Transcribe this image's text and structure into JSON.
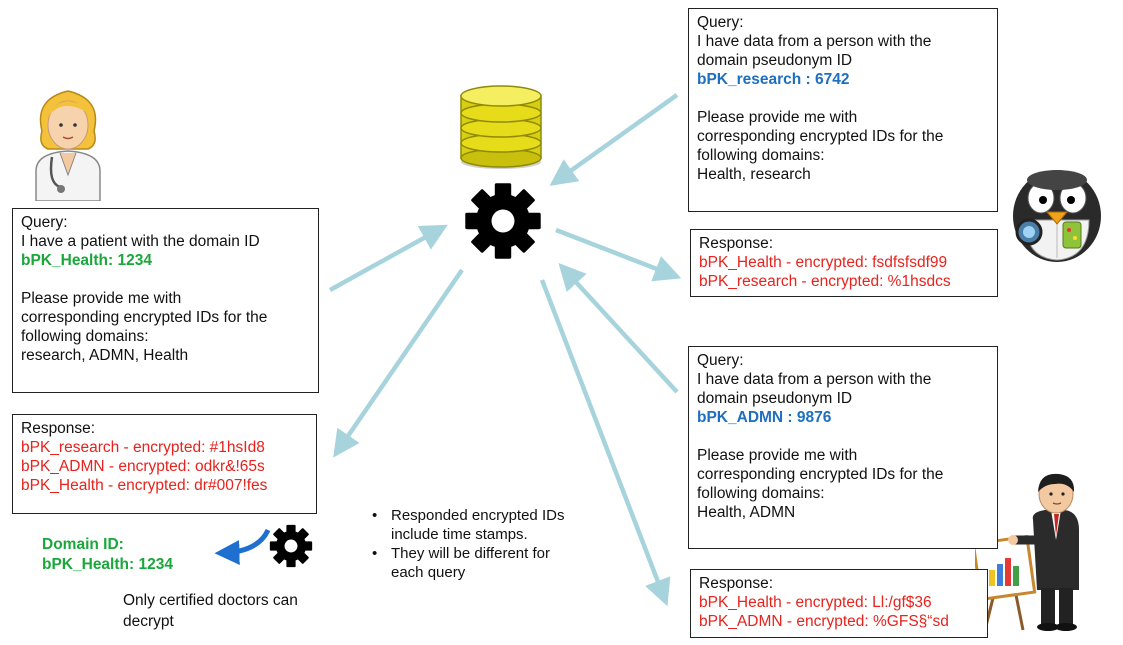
{
  "colors": {
    "arrow": "#a7d4dc",
    "green": "#1aa83a",
    "blue": "#1e6fc0",
    "red": "#e8221c",
    "db_yellow": "#e6dc19",
    "blue_arrow": "#1f6fd0"
  },
  "doctor_query": {
    "title": "Query:",
    "line1": "I have a patient with the domain ID",
    "id": "bPK_Health: 1234",
    "line2": "Please provide me with",
    "line3": "corresponding encrypted IDs for the",
    "line4": "following domains:",
    "line5": "research, ADMN, Health"
  },
  "doctor_response": {
    "title": "Response:",
    "lines": [
      "bPK_research - encrypted: #1hsId8",
      "bPK_ADMN - encrypted: odkr&!65s",
      "bPK_Health - encrypted: dr#007!fes"
    ]
  },
  "domain_id": {
    "label": "Domain ID:",
    "value": "bPK_Health: 1234"
  },
  "decrypt_note": {
    "line1": "Only certified doctors can",
    "line2": "decrypt"
  },
  "notes": [
    "Responded encrypted IDs include time stamps.",
    "They will be different for each query"
  ],
  "notes_lines": {
    "n1a": "Responded encrypted IDs",
    "n1b": "include time stamps.",
    "n2a": "They will be different for",
    "n2b": "each query"
  },
  "research_query": {
    "title": "Query:",
    "line1": "I have data from a person with the",
    "line2": "domain pseudonym ID",
    "id": "bPK_research : 6742",
    "line3": "Please provide me with",
    "line4": "corresponding encrypted IDs for the",
    "line5": "following domains:",
    "line6": "Health, research"
  },
  "research_response": {
    "title": "Response:",
    "lines": [
      "bPK_Health - encrypted: fsdfsfsdf99",
      "bPK_research - encrypted: %1hsdcs"
    ]
  },
  "admn_query": {
    "title": "Query:",
    "line1": "I have data from a person with the",
    "line2": "domain pseudonym ID",
    "id": "bPK_ADMN : 9876",
    "line3": "Please provide me with",
    "line4": "corresponding encrypted IDs for the",
    "line5": "following domains:",
    "line6": "Health, ADMN"
  },
  "admn_response": {
    "title": "Response:",
    "lines": [
      "bPK_Health - encrypted: Ll:/gf$36",
      "bPK_ADMN - encrypted: %GFS§“sd"
    ]
  }
}
